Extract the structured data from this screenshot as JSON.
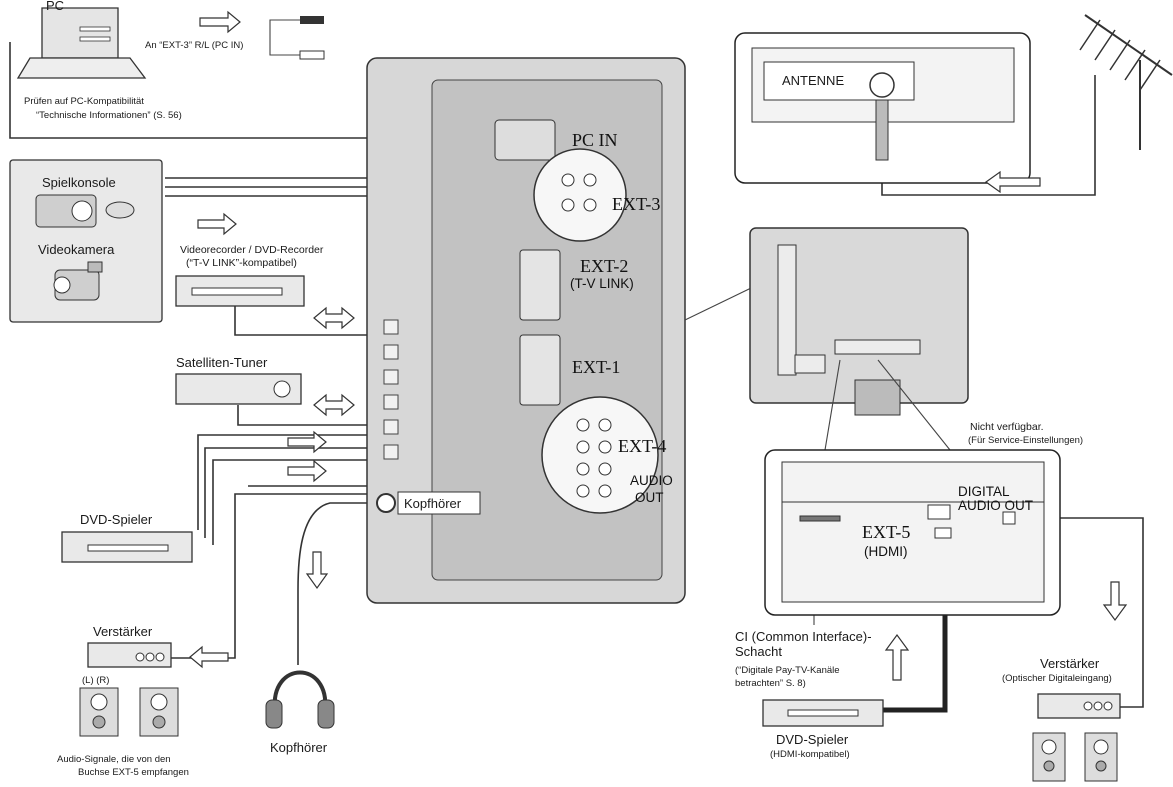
{
  "devices": {
    "pc": "PC",
    "pc_cable_note": "An “EXT-3” R/L (PC IN)",
    "pc_check_line1": "Prüfen auf PC-Kompatibilität",
    "pc_check_line2": "“Technische Informationen” (S. 56)",
    "game_console": "Spielkonsole",
    "video_camera": "Videokamera",
    "recorder_line1": "Videorecorder / DVD-Recorder",
    "recorder_line2": "(“T-V LINK”-kompatibel)",
    "satellite_tuner": "Satelliten-Tuner",
    "dvd_player": "DVD-Spieler",
    "headphone_jack_label": "Kopfhörer",
    "headphones": "Kopfhörer",
    "amplifier": "Verstärker",
    "speaker_left_right": "(L)  (R)",
    "audio_note_line1": "Audio-Signale, die von den",
    "audio_note_line2": "Buchse EXT-5 empfangen",
    "not_available_line1": "Nicht verfügbar.",
    "not_available_line2": "(Für Service-Einstellungen)",
    "ci_line1": "CI (Common Interface)-",
    "ci_line2": "Schacht",
    "ci_line3": "(“Digitale Pay-TV-Kanäle",
    "ci_line4": "betrachten” S. 8)",
    "dvd_hdmi_line1": "DVD-Spieler",
    "dvd_hdmi_line2": "(HDMI-kompatibel)",
    "amplifier_optical_line1": "Verstärker",
    "amplifier_optical_line2": "(Optischer Digitaleingang)"
  },
  "ports": {
    "pc_in": "PC IN",
    "ext3": "EXT-3",
    "ext2": "EXT-2",
    "ext2_sub": "(T-V LINK)",
    "ext1": "EXT-1",
    "ext4": "EXT-4",
    "audio_out_line1": "AUDIO",
    "audio_out_line2": "OUT",
    "antenne": "ANTENNE",
    "digital_audio_out_line1": "DIGITAL",
    "digital_audio_out_line2": "AUDIO OUT",
    "ext5": "EXT-5",
    "ext5_sub": "(HDMI)"
  }
}
